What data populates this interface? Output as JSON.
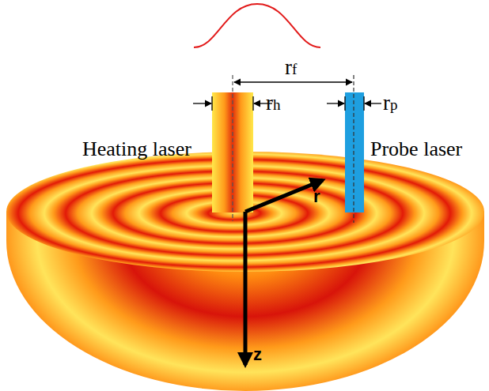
{
  "diagram": {
    "labels": [
      "rf",
      "rh",
      "Heating laser",
      "rp",
      "Probe laser",
      "r",
      "z"
    ]
  }
}
